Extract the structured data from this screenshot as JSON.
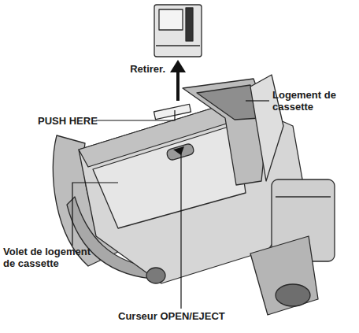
{
  "diagram": {
    "labels": [
      "Retirer.",
      "PUSH HERE",
      "Logement de cassette",
      "Volet de logement de cassette",
      "Curseur OPEN/EJECT"
    ]
  }
}
